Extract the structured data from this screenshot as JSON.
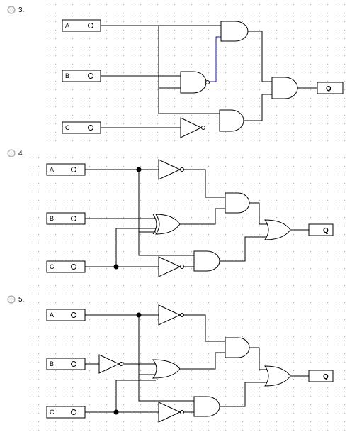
{
  "questions": [
    {
      "number": "3.",
      "inputs": [
        "A",
        "B",
        "C"
      ],
      "output": "Q"
    },
    {
      "number": "4.",
      "inputs": [
        "A",
        "B",
        "C"
      ],
      "output": "Q"
    },
    {
      "number": "5.",
      "inputs": [
        "A",
        "B",
        "C"
      ],
      "output": "Q"
    }
  ]
}
